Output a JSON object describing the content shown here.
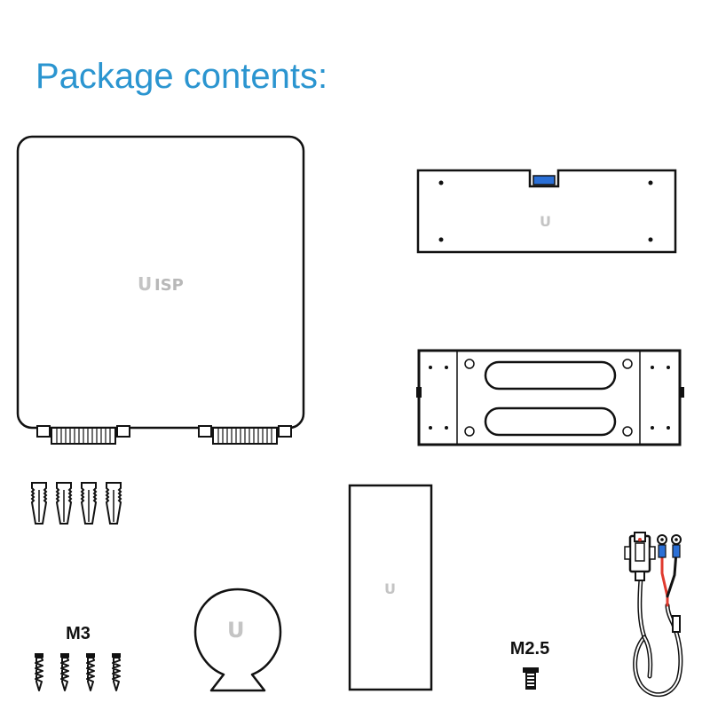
{
  "title": "Package contents:",
  "items": {
    "gateway": {
      "brand_text": "ISP",
      "logo_mark": "U"
    },
    "wall_bracket": {
      "logo_mark": "U"
    },
    "pole_mount_bracket": {},
    "wall_anchors": {
      "count": 4
    },
    "m3_screws": {
      "label": "M3",
      "count": 4
    },
    "cable_gland_cap": {
      "logo_mark": "U"
    },
    "box": {
      "logo_mark": "U"
    },
    "m25_screw": {
      "label": "M2.5",
      "count": 1
    },
    "dc_power_cable": {}
  },
  "colors": {
    "title": "#2b95d0",
    "outline": "#111111",
    "logo_gray": "#c4c4c4",
    "connector_red": "#e03a2e",
    "connector_blue": "#2a6fd6"
  }
}
